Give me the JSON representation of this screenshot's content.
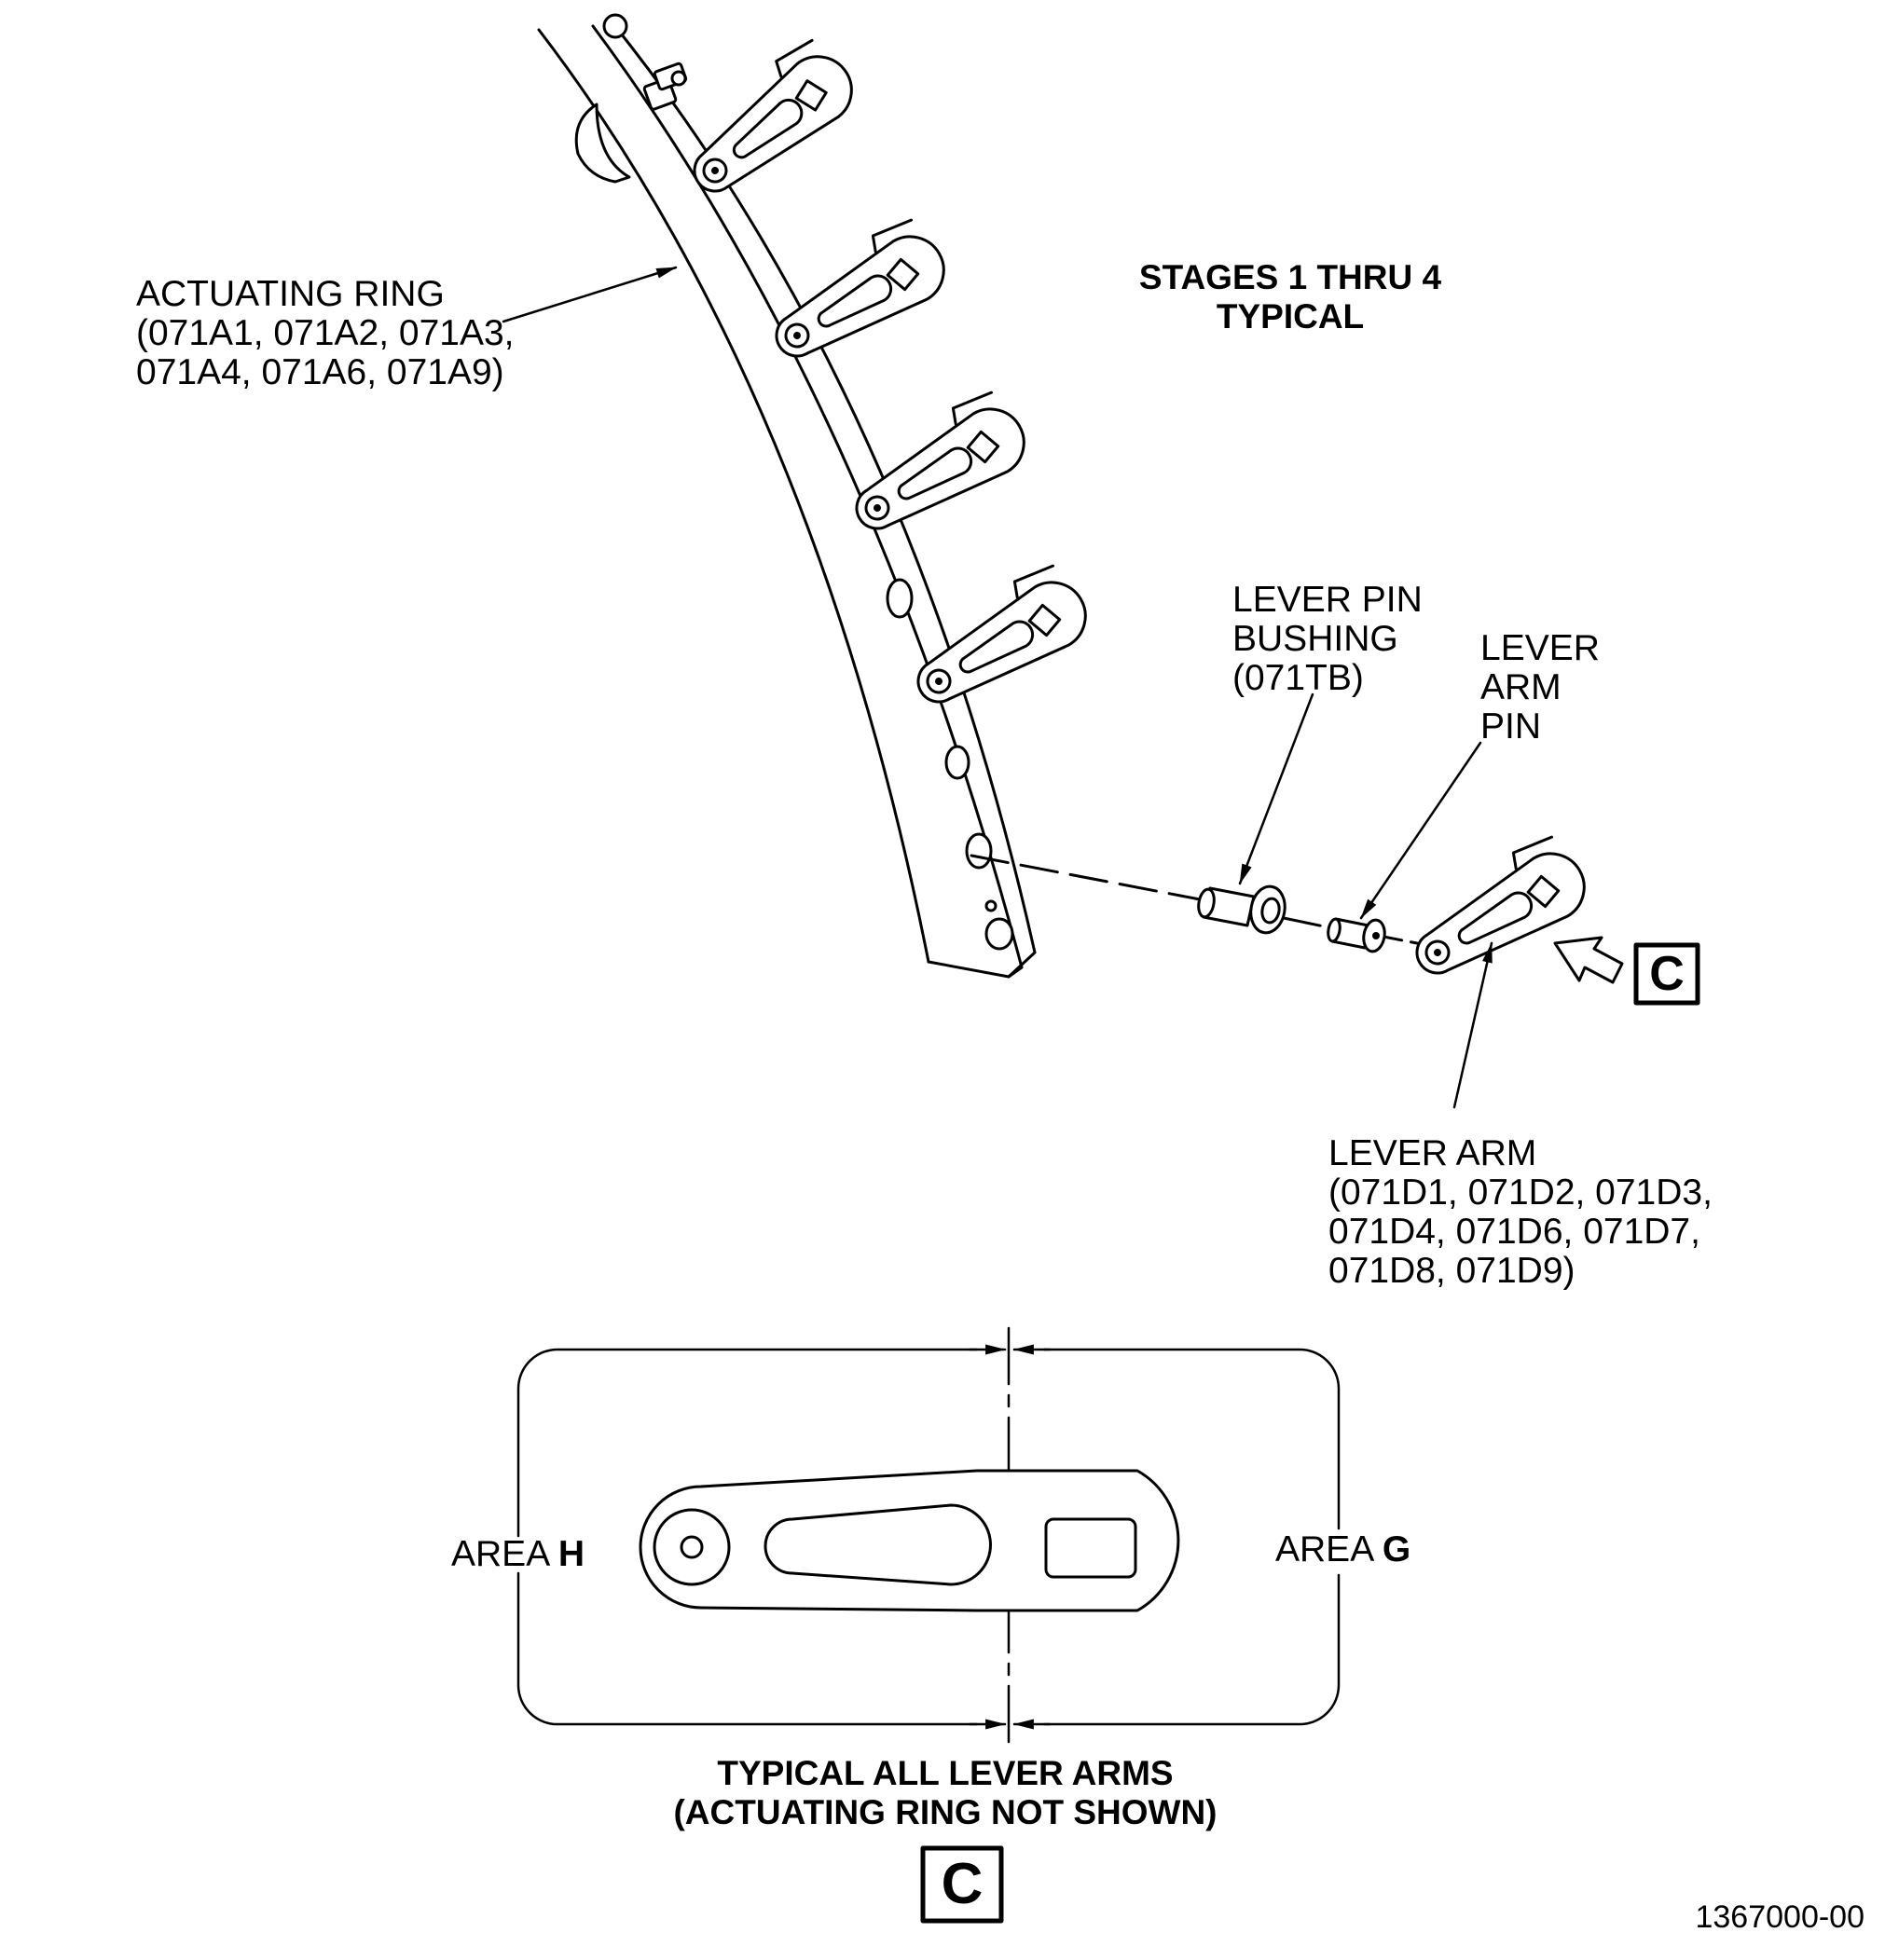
{
  "labels": {
    "stages_line1": "STAGES 1 THRU 4",
    "stages_line2": "TYPICAL",
    "actuating_ring": [
      "ACTUATING RING",
      "(071A1, 071A2, 071A3,",
      "071A4, 071A6, 071A9)"
    ],
    "lever_pin_bushing": [
      "LEVER PIN",
      "BUSHING",
      "(071TB)"
    ],
    "lever_arm_pin": [
      "LEVER",
      "ARM",
      "PIN"
    ],
    "lever_arm": [
      "LEVER ARM",
      "(071D1, 071D2, 071D3,",
      "071D4, 071D6, 071D7,",
      "071D8, 071D9)"
    ],
    "area_h_prefix": "AREA ",
    "area_h_letter": "H",
    "area_g_prefix": "AREA ",
    "area_g_letter": "G",
    "detail_title_line1": "TYPICAL ALL LEVER ARMS",
    "detail_title_line2": "(ACTUATING RING NOT SHOWN)",
    "view_callout": "C",
    "detail_callout": "C",
    "figure_number": "1367000-00"
  },
  "icons": [
    "view-arrow-icon",
    "leader-arrow-icon"
  ]
}
